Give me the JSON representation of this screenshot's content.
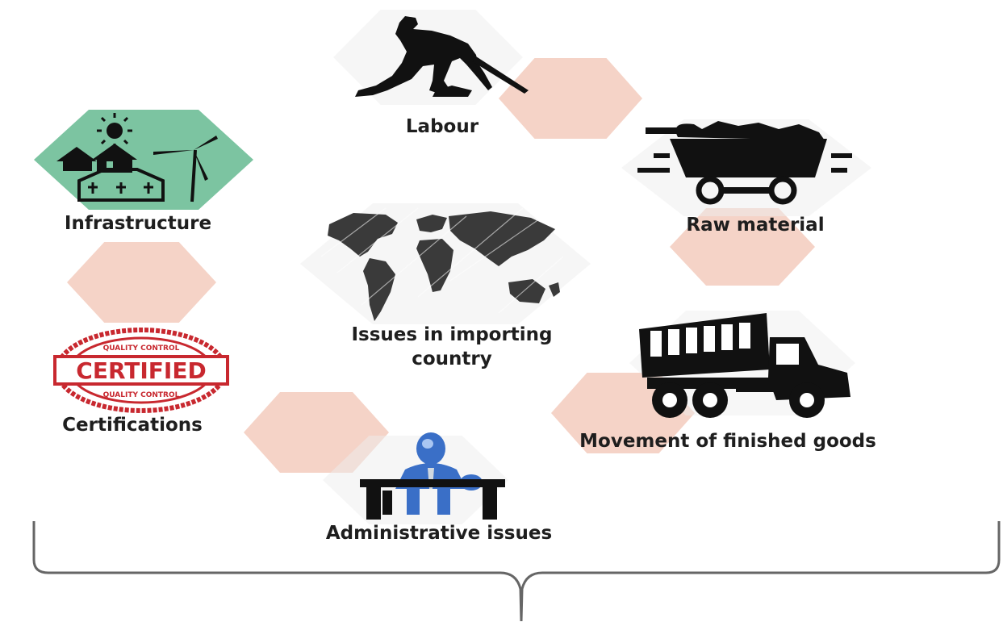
{
  "labels": {
    "labour": "Labour",
    "raw_material": "Raw material",
    "infrastructure": "Infrastructure",
    "center_line1": "Issues in importing",
    "center_line2": "country",
    "certifications": "Certifications",
    "movement": "Movement of finished goods",
    "administrative": "Administrative issues"
  },
  "stamp": {
    "main_text": "CERTIFIED",
    "ring_top": "QUALITY CONTROL",
    "ring_bottom": "QUALITY CONTROL"
  },
  "colors": {
    "connector_hex": "#f5d3c7",
    "infrastructure_hex": "#7cc4a1",
    "icon_dark": "#111111",
    "stamp_red": "#c8282f",
    "person_blue": "#3a6fc7",
    "bracket": "#666666"
  },
  "icons": [
    "labourer-icon",
    "mine-cart-icon",
    "farm-wind-turbine-icon",
    "world-map-icon",
    "certified-stamp-icon",
    "dump-truck-icon",
    "office-worker-icon"
  ]
}
